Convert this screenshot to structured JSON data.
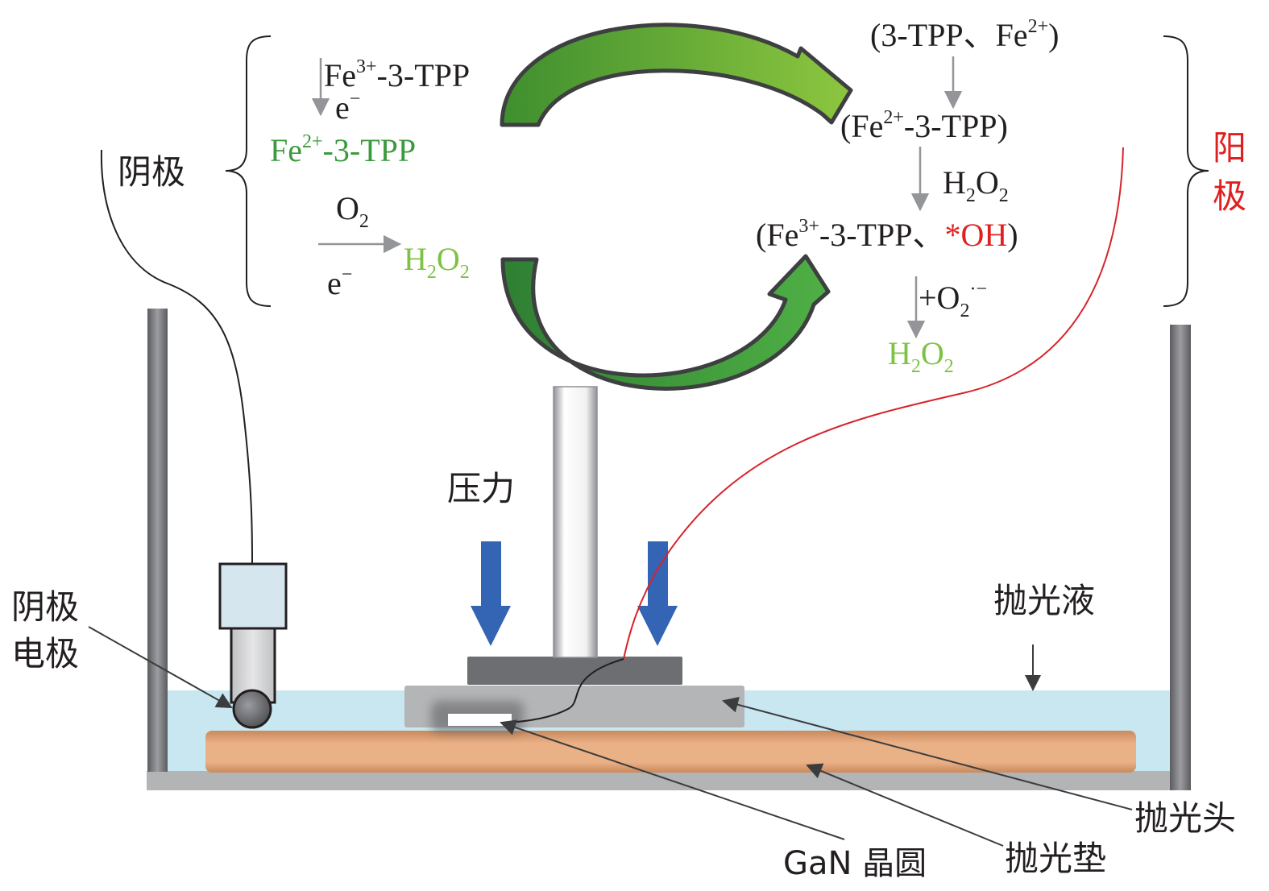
{
  "colors": {
    "green_dark": "#3a9a3c",
    "green_light": "#7dc242",
    "red": "#e02020",
    "blue_arrow": "#3464b4",
    "liquid": "#c9e7f1",
    "pad": "#eab086",
    "wall": "#6e6f73",
    "head": "#b4b5b7",
    "head_top": "#6d6e72",
    "cathode_box": "#d5e6ef"
  },
  "labels": {
    "cathode": "阴极",
    "anode_1": "阳",
    "anode_2": "极",
    "pressure": "压力",
    "polishing_liquid": "抛光液",
    "cathode_electrode_1": "阴极",
    "cathode_electrode_2": "电极",
    "polishing_head": "抛光头",
    "polishing_pad": "抛光垫",
    "gan_wafer": "GaN 晶圆"
  },
  "cathode_reactions": {
    "fe3_tpp": {
      "base": "Fe",
      "sup": "3+",
      "rest": "-3-TPP"
    },
    "electron_1": {
      "base": "e",
      "sup": "−"
    },
    "fe2_tpp": {
      "base": "Fe",
      "sup": "2+",
      "rest": "-3-TPP"
    },
    "o2": {
      "base": "O",
      "sub": "2"
    },
    "h2o2": {
      "base1": "H",
      "sub1": "2",
      "base2": "O",
      "sub2": "2"
    },
    "electron_2": {
      "base": "e",
      "sup": "−"
    }
  },
  "anode_reactions": {
    "reactants": {
      "open": "(3-TPP、Fe",
      "sup": "2+",
      "close": ")"
    },
    "fe2_tpp": {
      "open": "(Fe",
      "sup": "2+",
      "close": "-3-TPP)"
    },
    "h2o2_reagent": {
      "base1": "H",
      "sub1": "2",
      "base2": "O",
      "sub2": "2"
    },
    "products": {
      "open": "(Fe",
      "sup": "3+",
      "mid": "-3-TPP、",
      "oh": "*OH",
      "close": ")"
    },
    "superoxide": {
      "base": "+O",
      "sub": "2",
      "sup": "·−"
    },
    "h2o2_out": {
      "base1": "H",
      "sub1": "2",
      "base2": "O",
      "sub2": "2"
    }
  }
}
